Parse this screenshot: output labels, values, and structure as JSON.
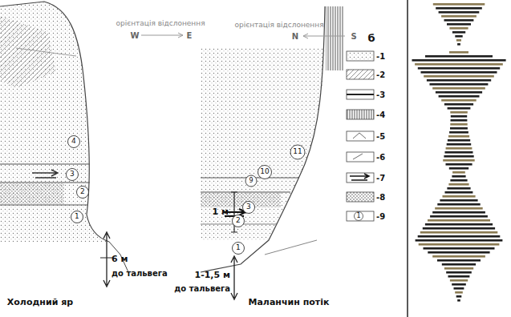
{
  "diagram": {
    "labels": [
      "орієнтація відслонення",
      "W",
      "E",
      "орієнтація відслонення",
      "N",
      "S",
      "б",
      "4",
      "3",
      "2",
      "1",
      "6 м",
      "до тальвега",
      "Холодний яр",
      "11",
      "10",
      "9",
      "3",
      "2",
      "1",
      "1 м",
      "1-1,5 м",
      "до тальвега",
      "Маланчин потік",
      "1"
    ],
    "legend": [
      {
        "text": "-1"
      },
      {
        "text": "-2"
      },
      {
        "text": "-3"
      },
      {
        "text": "-4"
      },
      {
        "text": "-5"
      },
      {
        "text": "-6"
      },
      {
        "text": "-7"
      },
      {
        "text": "-8"
      },
      {
        "text": "-9"
      }
    ]
  }
}
